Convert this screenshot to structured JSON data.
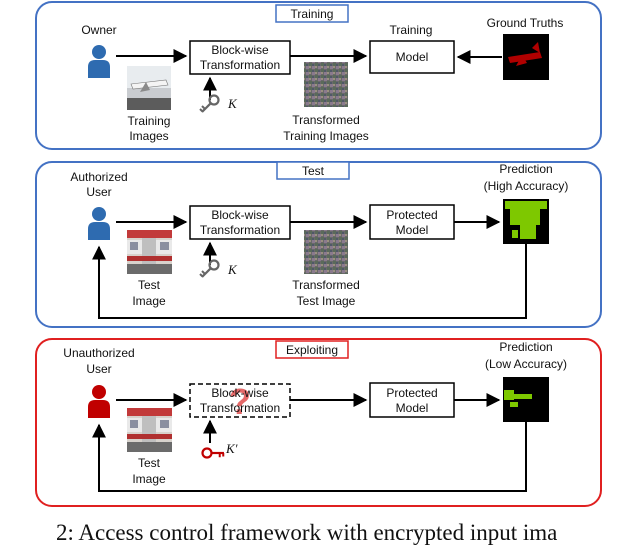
{
  "panels": {
    "training": {
      "title": "Training",
      "owner_label": "Owner",
      "block_label_1": "Block-wise",
      "block_label_2": "Transformation",
      "model_label": "Model",
      "model_top_label": "Training",
      "ground_truths_label": "Ground Truths",
      "input_label_1": "Training",
      "input_label_2": "Images",
      "transformed_label_1": "Transformed",
      "transformed_label_2": "Training Images",
      "key_symbol": "K"
    },
    "test": {
      "title": "Test",
      "user_label_1": "Authorized",
      "user_label_2": "User",
      "block_label_1": "Block-wise",
      "block_label_2": "Transformation",
      "model_label_1": "Protected",
      "model_label_2": "Model",
      "prediction_label_1": "Prediction",
      "prediction_label_2": "(High Accuracy)",
      "input_label_1": "Test",
      "input_label_2": "Image",
      "transformed_label_1": "Transformed",
      "transformed_label_2": "Test Image",
      "key_symbol": "K"
    },
    "exploiting": {
      "title": "Exploiting",
      "user_label_1": "Unauthorized",
      "user_label_2": "User",
      "block_label_1": "Block-wise",
      "block_label_2": "Transformation",
      "question_mark": "?",
      "model_label_1": "Protected",
      "model_label_2": "Model",
      "prediction_label_1": "Prediction",
      "prediction_label_2": "(Low Accuracy)",
      "input_label_1": "Test",
      "input_label_2": "Image",
      "key_symbol": "K′"
    }
  },
  "caption": "2: Access control framework with encrypted input ima",
  "colors": {
    "blue_frame": "#4472c4",
    "red_frame": "#e02020",
    "user_blue": "#2e6bb0",
    "user_red": "#c00000",
    "key_gray": "#666666",
    "key_red": "#c00000",
    "gt_red": "#b00000",
    "pred_green": "#7ec800"
  },
  "icons": [
    "user-icon",
    "key-icon",
    "airplane-image",
    "train-image",
    "noise-image",
    "segmentation-mask"
  ]
}
